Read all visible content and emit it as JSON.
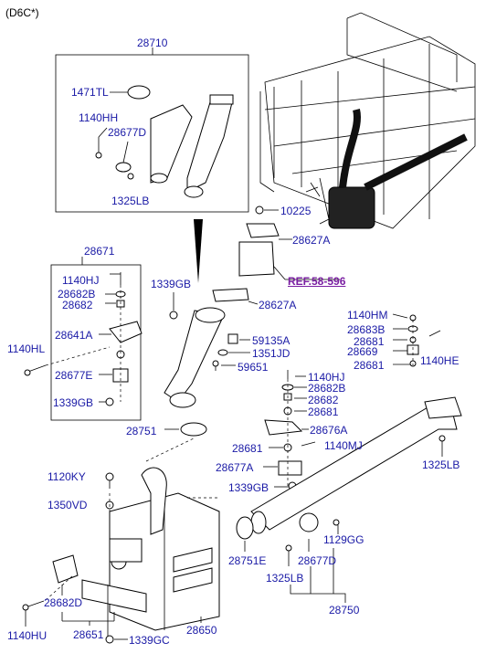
{
  "header": {
    "variant": "(D6C*)"
  },
  "reference": {
    "label": "REF.58-596"
  },
  "labels": {
    "c28710": "28710",
    "c1471TL": "1471TL",
    "c1140HH": "1140HH",
    "c28677D_top": "28677D",
    "c1325LB_top": "1325LB",
    "c10225": "10225",
    "c28627A_top": "28627A",
    "c28671": "28671",
    "c1140HJ_left": "1140HJ",
    "c1339GB_top": "1339GB",
    "c28682B_left": "28682B",
    "c28682_left": "28682",
    "c28627A_mid": "28627A",
    "c1140HL": "1140HL",
    "c28641A": "28641A",
    "c59135A": "59135A",
    "c1351JD": "1351JD",
    "c59651": "59651",
    "c28677E": "28677E",
    "c1339GB_left": "1339GB",
    "c28751": "28751",
    "c1140HM": "1140HM",
    "c28683B": "28683B",
    "c28681_r1": "28681",
    "c28669": "28669",
    "c1140HE": "1140HE",
    "c28681_r2": "28681",
    "c1140HJ_mid": "1140HJ",
    "c28682B_mid": "28682B",
    "c28682_mid": "28682",
    "c28681_mid": "28681",
    "c28676A": "28676A",
    "c28681_low": "28681",
    "c1140MJ": "1140MJ",
    "c28677A": "28677A",
    "c1325LB_right": "1325LB",
    "c1339GB_mid": "1339GB",
    "c1120KY": "1120KY",
    "c1350VD": "1350VD",
    "c1129GG": "1129GG",
    "c28751E": "28751E",
    "c28677D_bot": "28677D",
    "c1325LB_bot": "1325LB",
    "c28682D": "28682D",
    "c28650": "28650",
    "c28750": "28750",
    "c1140HU": "1140HU",
    "c28651": "28651",
    "c1339GC": "1339GC"
  }
}
